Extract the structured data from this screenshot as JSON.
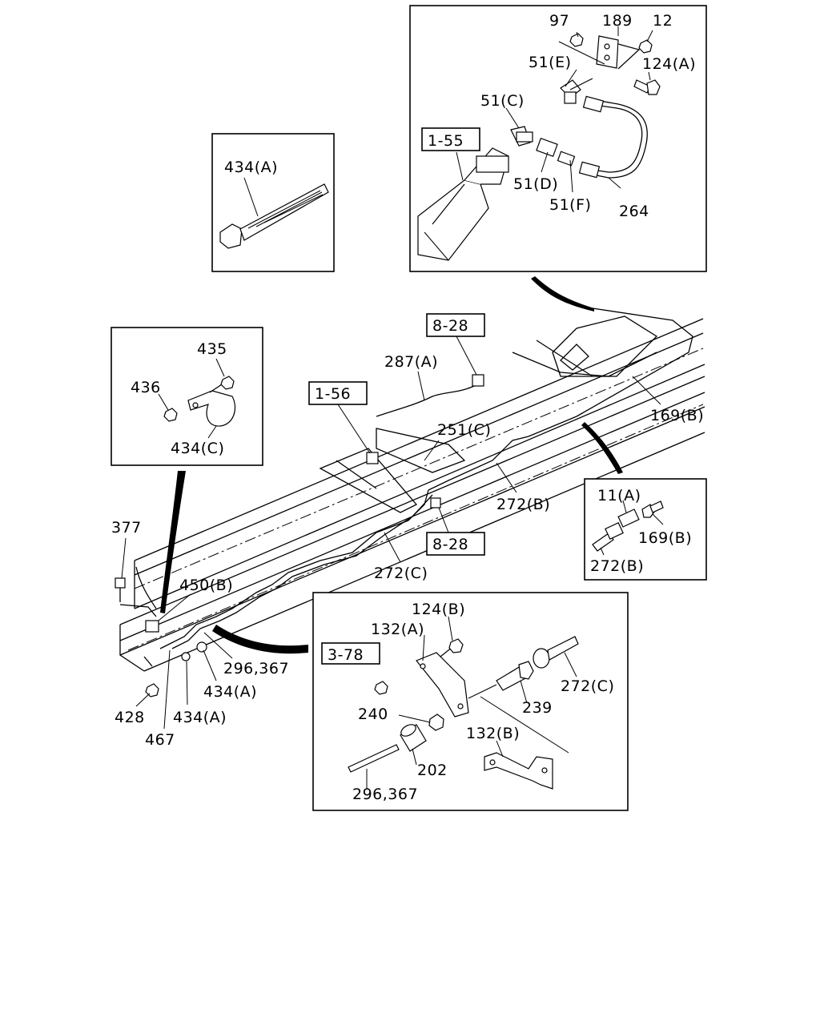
{
  "references": {
    "r155": "1-55",
    "r156": "1-56",
    "r828a": "8-28",
    "r828b": "8-28",
    "r378": "3-78"
  },
  "labels": {
    "p97": "97",
    "p189": "189",
    "p12": "12",
    "p51e": "51(E)",
    "p124a": "124(A)",
    "p51c": "51(C)",
    "p51d": "51(D)",
    "p51f": "51(F)",
    "p264": "264",
    "p434a_box": "434(A)",
    "p435": "435",
    "p436": "436",
    "p434c": "434(C)",
    "p287a": "287(A)",
    "p169b_main": "169(B)",
    "p251c": "251(C)",
    "p272b_main": "272(B)",
    "p11a": "11(A)",
    "p169b_box": "169(B)",
    "p272b_box": "272(B)",
    "p377": "377",
    "p450b": "450(B)",
    "p272c_main": "272(C)",
    "p296_main": "296,367",
    "p434a_1": "434(A)",
    "p434a_2": "434(A)",
    "p428": "428",
    "p467": "467",
    "p124b": "124(B)",
    "p132a": "132(A)",
    "p272c_box": "272(C)",
    "p239": "239",
    "p240": "240",
    "p132b": "132(B)",
    "p202": "202",
    "p296_box": "296,367"
  }
}
